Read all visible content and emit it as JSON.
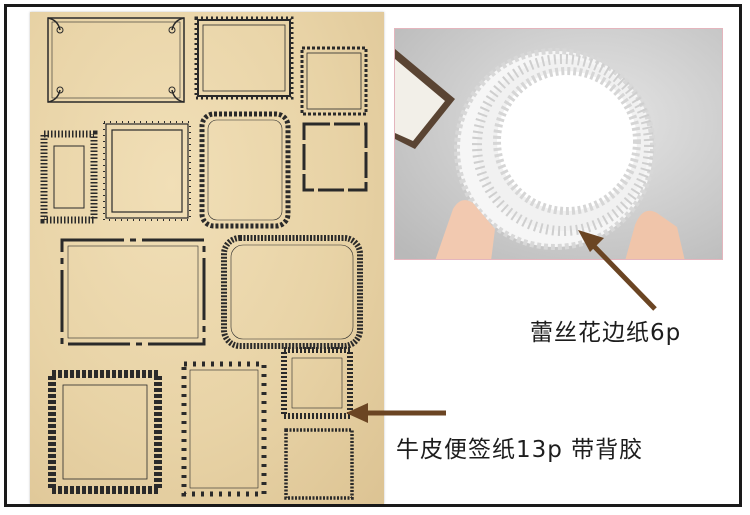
{
  "labels": {
    "lace_paper": "蕾丝花边纸6p",
    "kraft_notes": "牛皮便签纸13p  带背胶"
  },
  "colors": {
    "kraft_paper": "#e8d3a6",
    "frame_ink": "#2a2a2a",
    "arrow": "#6b4523",
    "photo_border": "#e4b5bd",
    "page_border": "#1a1a1a"
  },
  "icons": {
    "arrow_to_lace": "arrow-up-left",
    "arrow_to_kraft": "arrow-left"
  }
}
